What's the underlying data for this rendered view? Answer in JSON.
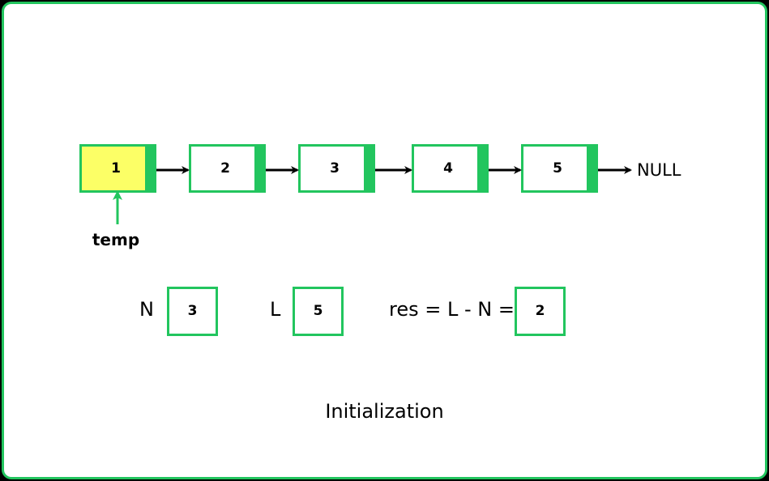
{
  "diagram": {
    "nodes": [
      {
        "value": "1",
        "highlighted": true
      },
      {
        "value": "2",
        "highlighted": false
      },
      {
        "value": "3",
        "highlighted": false
      },
      {
        "value": "4",
        "highlighted": false
      },
      {
        "value": "5",
        "highlighted": false
      }
    ],
    "null_label": "NULL",
    "pointer_label": "temp",
    "variables": [
      {
        "label": "N",
        "value": "3"
      },
      {
        "label": "L",
        "value": "5"
      },
      {
        "label": "res = L - N =",
        "value": "2"
      }
    ],
    "caption": "Initialization"
  },
  "colors": {
    "accent": "#22c55e",
    "highlight": "#fcff66",
    "background": "#ffffff",
    "outer": "#000000"
  }
}
